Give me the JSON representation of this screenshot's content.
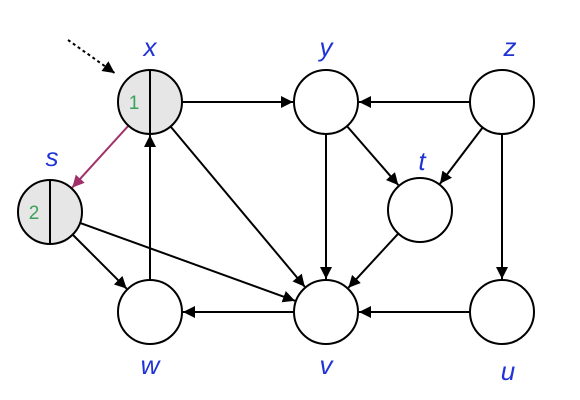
{
  "diagram": {
    "type": "directed-graph",
    "colors": {
      "node_fill": "#ffffff",
      "visited_fill": "#e6e6e6",
      "stroke": "#000000",
      "label": "#1f33d6",
      "order_number": "#3aa05a",
      "highlight_edge": "#a0306a"
    },
    "nodes": [
      {
        "id": "x",
        "label": "x",
        "visited": true,
        "order": "1"
      },
      {
        "id": "y",
        "label": "y",
        "visited": false,
        "order": ""
      },
      {
        "id": "z",
        "label": "z",
        "visited": false,
        "order": ""
      },
      {
        "id": "s",
        "label": "s",
        "visited": true,
        "order": "2"
      },
      {
        "id": "t",
        "label": "t",
        "visited": false,
        "order": ""
      },
      {
        "id": "w",
        "label": "w",
        "visited": false,
        "order": ""
      },
      {
        "id": "v",
        "label": "v",
        "visited": false,
        "order": ""
      },
      {
        "id": "u",
        "label": "u",
        "visited": false,
        "order": ""
      }
    ],
    "edges": [
      {
        "from": "x",
        "to": "y",
        "highlight": false
      },
      {
        "from": "x",
        "to": "v",
        "highlight": false
      },
      {
        "from": "x",
        "to": "s",
        "highlight": true
      },
      {
        "from": "z",
        "to": "y",
        "highlight": false
      },
      {
        "from": "z",
        "to": "t",
        "highlight": false
      },
      {
        "from": "z",
        "to": "u",
        "highlight": false
      },
      {
        "from": "y",
        "to": "t",
        "highlight": false
      },
      {
        "from": "y",
        "to": "v",
        "highlight": false
      },
      {
        "from": "t",
        "to": "v",
        "highlight": false
      },
      {
        "from": "s",
        "to": "w",
        "highlight": false
      },
      {
        "from": "s",
        "to": "v",
        "highlight": false
      },
      {
        "from": "w",
        "to": "x",
        "highlight": false
      },
      {
        "from": "v",
        "to": "w",
        "highlight": false
      },
      {
        "from": "u",
        "to": "v",
        "highlight": false
      }
    ],
    "start_pointer": {
      "target": "x",
      "style": "dotted"
    }
  }
}
